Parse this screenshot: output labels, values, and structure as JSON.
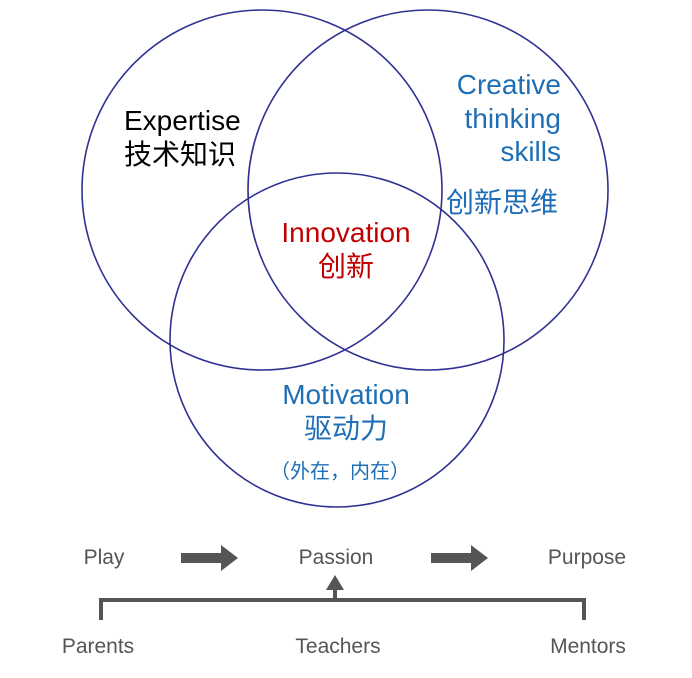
{
  "colors": {
    "ring": "#2e3192",
    "expertise": "#000000",
    "creative": "#1f6fb6",
    "innovation": "#c00000",
    "motivation": "#1f6fb6",
    "flow": "#555555"
  },
  "venn": {
    "expertise": {
      "en": "Expertise",
      "zh": "技术知识"
    },
    "creative": {
      "en_line1": "Creative",
      "en_line2": "thinking",
      "en_line3": "skills",
      "zh": "创新思维"
    },
    "innovation": {
      "en": "Innovation",
      "zh": "创新"
    },
    "motivation": {
      "en": "Motivation",
      "zh": "驱动力",
      "note": "（外在，内在）"
    }
  },
  "flow": {
    "stages": [
      "Play",
      "Passion",
      "Purpose"
    ],
    "supporters": [
      "Parents",
      "Teachers",
      "Mentors"
    ]
  }
}
